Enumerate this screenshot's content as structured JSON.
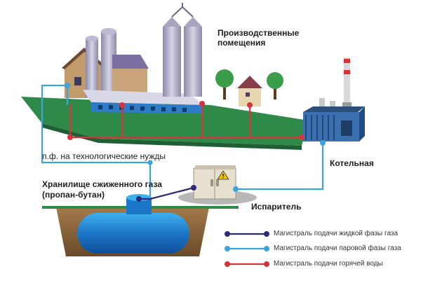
{
  "labels": {
    "production": [
      "Производственные",
      "помещения"
    ],
    "boiler": "Котельная",
    "tech_needs": "п.ф. на технологические нужды",
    "storage": [
      "Хранилище сжиженного газа",
      "(пропан-бутан)"
    ],
    "evaporator": "Испаритель"
  },
  "legend": [
    {
      "label": "Магистраль подачи жидкой фазы газа",
      "color": "#2d2a7a"
    },
    {
      "label": "Магистраль подачи паровой фазы газа",
      "color": "#3aa5dc"
    },
    {
      "label": "Магистраль подачи горячей воды",
      "color": "#d9333a"
    }
  ],
  "icons": [
    "warning-icon"
  ]
}
